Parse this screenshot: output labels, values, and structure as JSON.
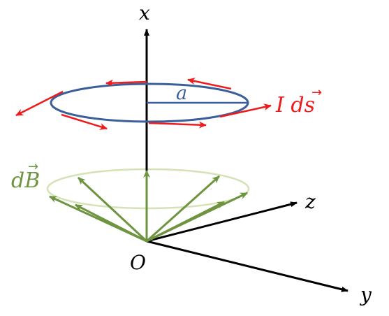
{
  "labels": {
    "x": "x",
    "z": "z",
    "y": "y",
    "origin": "O",
    "radius": "a",
    "current_element": "I d",
    "current_vec": "s",
    "field_element": "d",
    "field_vec": "B",
    "vector_arrow": "→"
  },
  "colors": {
    "axes": "#000000",
    "loop": "#3a5f9a",
    "current": "#ee1c1c",
    "field": "#6e9440",
    "field_cone": "#d4e2b6"
  }
}
